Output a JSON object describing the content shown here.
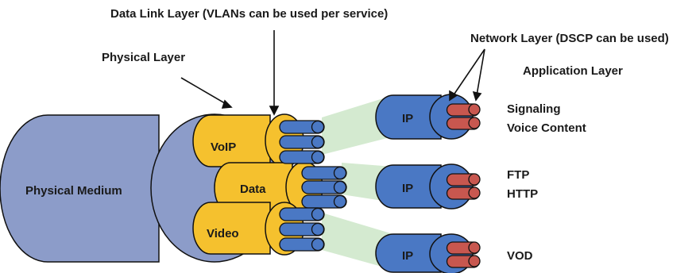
{
  "labels": {
    "data_link_layer": "Data Link Layer (VLANs can be used per service)",
    "physical_layer": "Physical Layer",
    "network_layer": "Network Layer (DSCP can be used)",
    "application_layer": "Application Layer",
    "physical_medium": "Physical Medium"
  },
  "services": [
    {
      "name": "VoIP",
      "ip_label": "IP",
      "apps": [
        "Signaling",
        "Voice Content"
      ]
    },
    {
      "name": "Data",
      "ip_label": "IP",
      "apps": [
        "FTP",
        "HTTP"
      ]
    },
    {
      "name": "Video",
      "ip_label": "IP",
      "apps": [
        "VOD"
      ]
    }
  ],
  "colors": {
    "medium": "#8c9cc9",
    "service": "#f5c12e",
    "ip": "#4a78c4",
    "app": "#c8574f",
    "beam": "#d4ead0",
    "stroke": "#111111"
  }
}
